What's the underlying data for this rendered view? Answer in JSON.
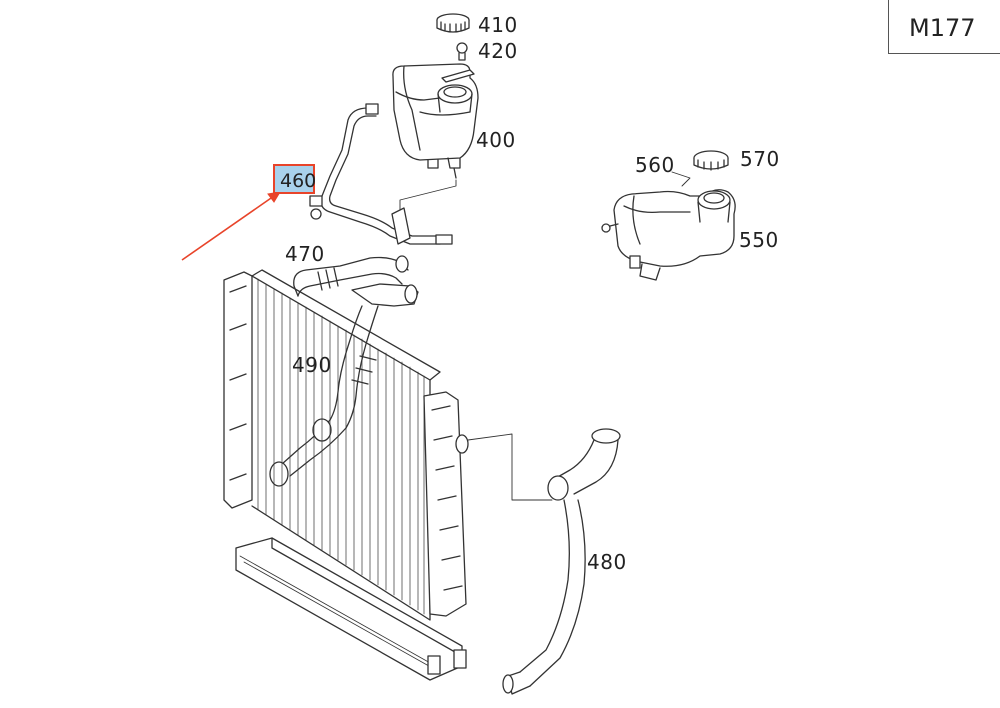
{
  "model_box": {
    "code": "M177"
  },
  "highlight": {
    "part": "460",
    "border_color": "#e8442a",
    "fill_color": "#a9d2ec",
    "arrow_color": "#e8442a"
  },
  "parts": {
    "p410": "410",
    "p420": "420",
    "p400": "400",
    "p470": "470",
    "p490": "490",
    "p560": "560",
    "p570": "570",
    "p550": "550",
    "p480": "480"
  }
}
